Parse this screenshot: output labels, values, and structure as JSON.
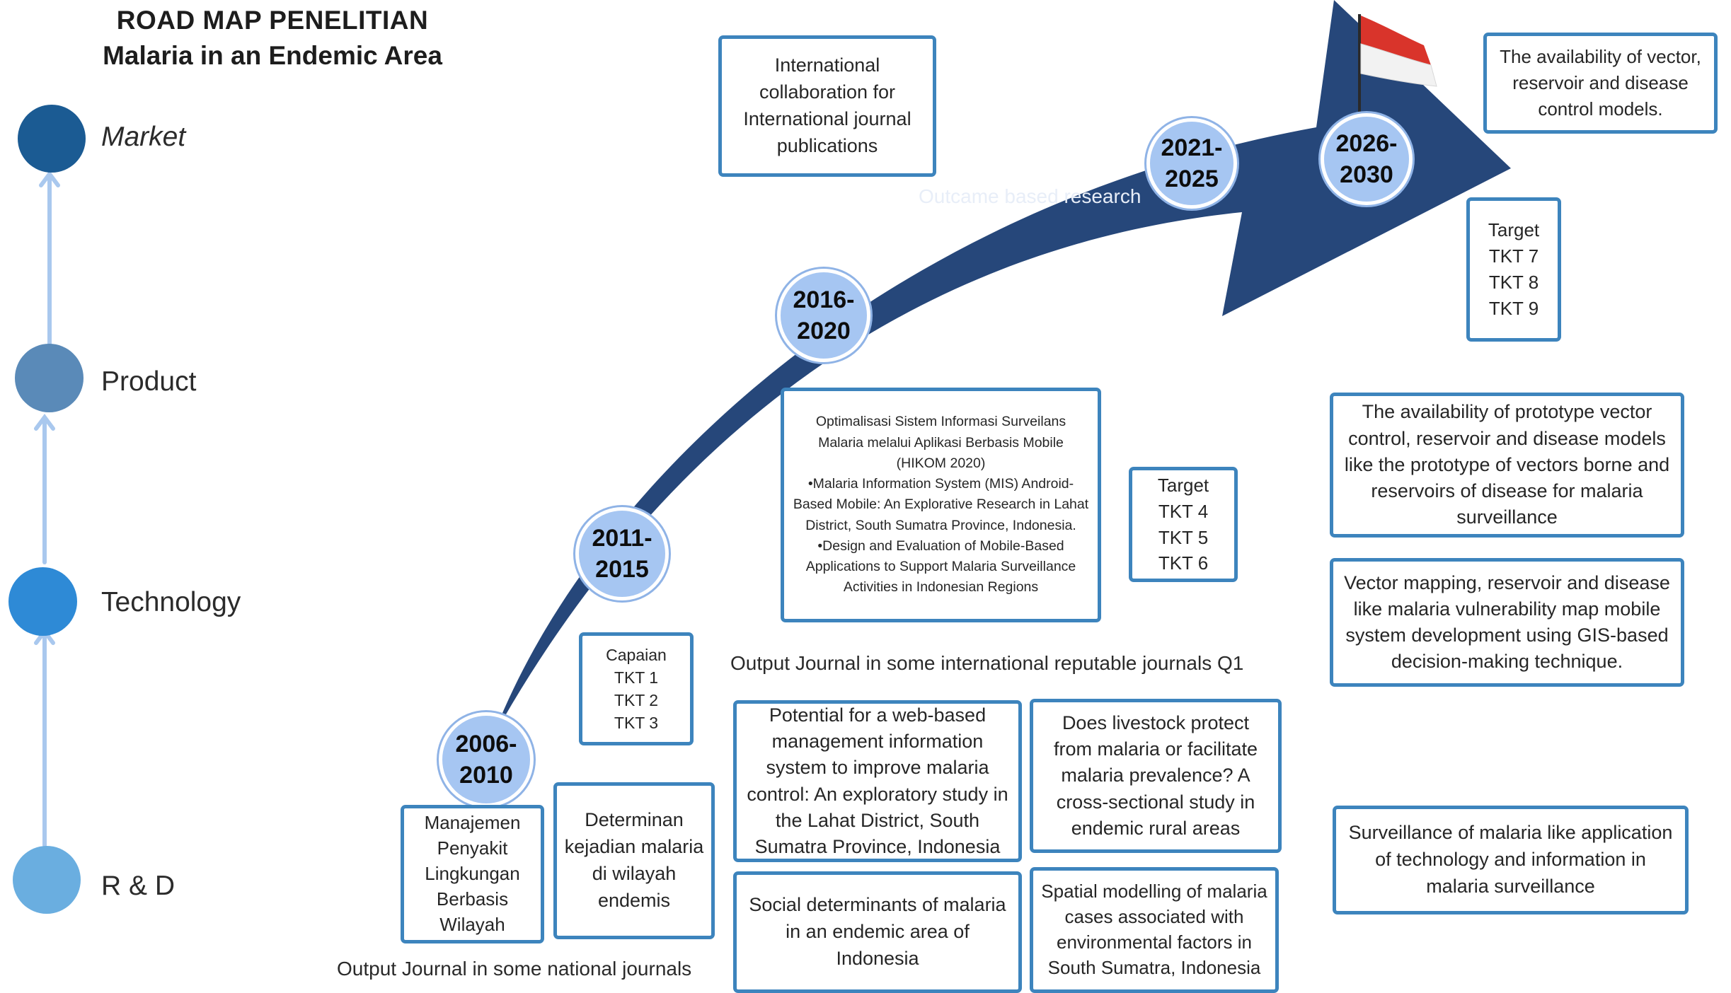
{
  "title": {
    "line1": "ROAD MAP PENELITIAN",
    "line2": "Malaria in an Endemic Area"
  },
  "stages": [
    {
      "label": "Market",
      "color": "#1b5b93"
    },
    {
      "label": "Product",
      "color": "#5a8ab8"
    },
    {
      "label": "Technology",
      "color": "#2e8ad6"
    },
    {
      "label": "R & D",
      "color": "#6aaee0"
    }
  ],
  "arrow_label": "Outcame based research",
  "periods": [
    {
      "top": "2006-",
      "bottom": "2010"
    },
    {
      "top": "2011-",
      "bottom": "2015"
    },
    {
      "top": "2016-",
      "bottom": "2020"
    },
    {
      "top": "2021-",
      "bottom": "2025"
    },
    {
      "top": "2026-",
      "bottom": "2030"
    }
  ],
  "boxes": {
    "manajemen": "Manajemen Penyakit Lingkungan Berbasis Wilayah",
    "determinan": "Determinan kejadian malaria di wilayah endemis",
    "capaian": [
      "Capaian",
      "TKT 1",
      "TKT 2",
      "TKT 3"
    ],
    "potential": "Potential for a web-based management information system to improve malaria control: An exploratory study in the Lahat District, South Sumatra Province, Indonesia",
    "livestock": "Does livestock protect from malaria or facilitate malaria prevalence? A cross-sectional study in endemic rural areas",
    "social": "Social determinants of malaria in an endemic area of Indonesia",
    "spatial": "Spatial modelling of malaria cases associated with environmental factors in South Sumatra, Indonesia",
    "optimalisasi": [
      "Optimalisasi Sistem Informasi Surveilans Malaria melalui Aplikasi Berbasis Mobile (HIKOM 2020)",
      "•Malaria Information System (MIS) Android-Based Mobile: An Explorative Research in Lahat District, South Sumatra Province, Indonesia.",
      "•Design and Evaluation of Mobile-Based Applications to Support Malaria Surveillance Activities in Indonesian Regions"
    ],
    "target_mid": [
      "Target",
      "TKT 4",
      "TKT 5",
      "TKT 6"
    ],
    "international": "International collaboration for International journal publications",
    "target_top": [
      "Target",
      "TKT 7",
      "TKT 8",
      "TKT 9"
    ],
    "availability_vector": "The availability of vector, reservoir and disease control models.",
    "availability_prototype": "The availability of prototype vector control, reservoir and disease models like the prototype of vectors borne and reservoirs of disease for malaria surveillance",
    "vector_mapping": "Vector mapping, reservoir and disease like malaria vulnerability map mobile system development using GIS-based decision-making technique.",
    "surveillance": "Surveillance of malaria like application of technology and information in malaria surveillance"
  },
  "outputs": {
    "national": "Output Journal in some national journals",
    "international": "Output Journal in some international reputable journals Q1"
  },
  "colors": {
    "arrow": "#26477a",
    "box_border": "#3d84bd",
    "period_fill": "#a6c6f2",
    "flag_red": "#d9342b",
    "connector": "#a9c8ee"
  }
}
